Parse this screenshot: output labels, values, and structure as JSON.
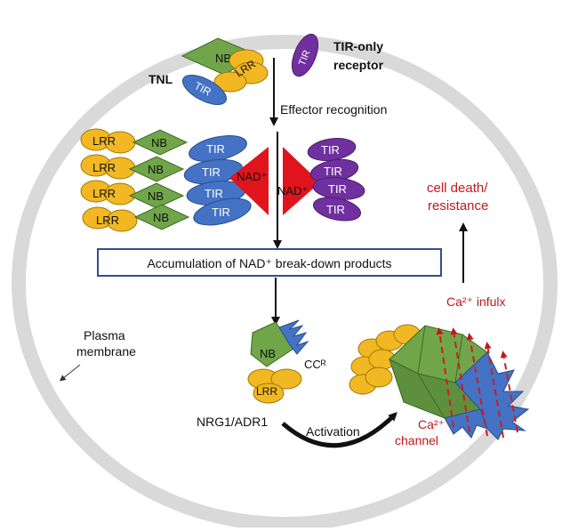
{
  "labels": {
    "tnl": "TNL",
    "tir_only_line1": "TIR-only",
    "tir_only_line2": "receptor",
    "effector_recognition": "Effector recognition",
    "accumulation": "Accumulation of NAD⁺ break-down products",
    "cell_death_line1": "cell death/",
    "cell_death_line2": "resistance",
    "ca_influx": "Ca²⁺ infulx",
    "plasma_line1": "Plasma",
    "plasma_line2": "membrane",
    "nrg1_adr1": "NRG1/ADR1",
    "activation": "Activation",
    "ca_channel_line1": "Ca²⁺",
    "ca_channel_line2": "channel",
    "nb": "NB",
    "lrr": "LRR",
    "tir": "TIR",
    "nad_plus": "NAD⁺",
    "cc_r": "CCᴿ"
  },
  "colors": {
    "nb_green": "#70a54a",
    "lrr_yellow": "#f2b824",
    "tir_blue": "#4472c4",
    "tir_purple": "#7030a0",
    "nad_red": "#e0141c",
    "text_red": "#c0181c",
    "membrane_grey": "#d9d9d9",
    "box_border": "#2f4f8f"
  }
}
